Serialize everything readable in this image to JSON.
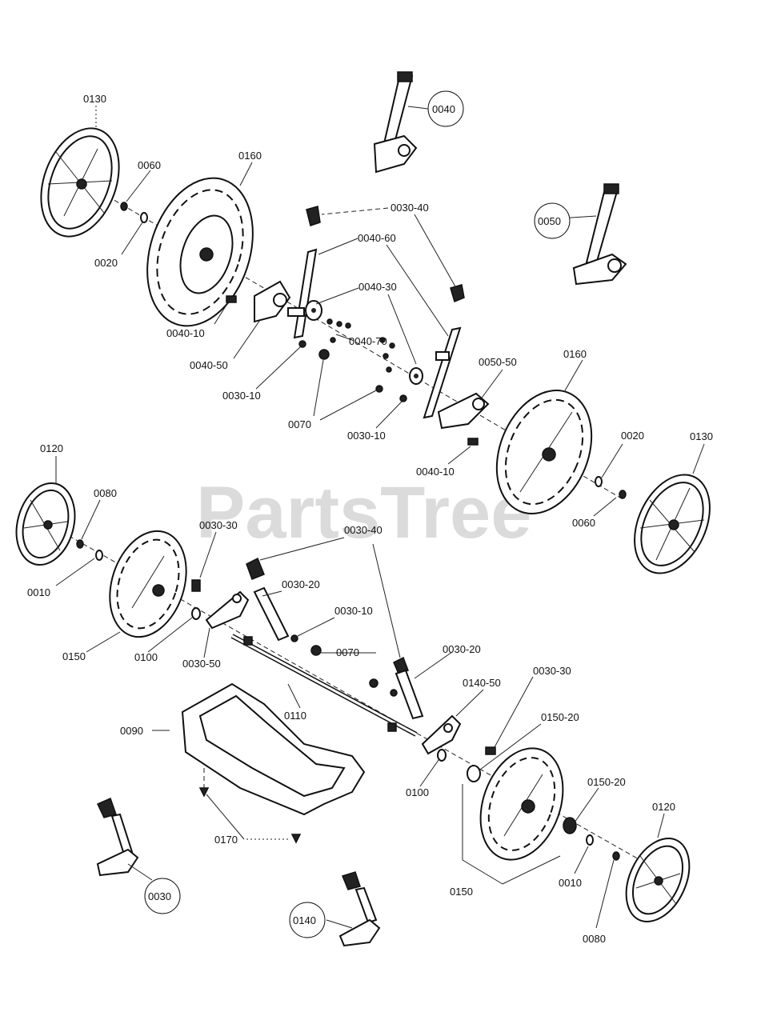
{
  "watermark": "PartsTree",
  "labels": {
    "l0130a": "0130",
    "l0060a": "0060",
    "l0020a": "0020",
    "l0160a": "0160",
    "l0040": "0040",
    "l0030_40a": "0030-40",
    "l0040_60": "0040-60",
    "l0050": "0050",
    "l0040_30": "0040-30",
    "l0040_70": "0040-70",
    "l0040_10a": "0040-10",
    "l0040_50": "0040-50",
    "l0030_10a": "0030-10",
    "l0070a": "0070",
    "l0050_50": "0050-50",
    "l0160b": "0160",
    "l0030_10b": "0030-10",
    "l0040_10b": "0040-10",
    "l0020b": "0020",
    "l0130b": "0130",
    "l0060b": "0060",
    "l0120a": "0120",
    "l0080a": "0080",
    "l0010a": "0010",
    "l0030_30a": "0030-30",
    "l0030_40b": "0030-40",
    "l0030_20a": "0030-20",
    "l0030_10c": "0030-10",
    "l0070b": "0070",
    "l0150a": "0150",
    "l0100a": "0100",
    "l0030_50": "0030-50",
    "l0110": "0110",
    "l0030_20b": "0030-20",
    "l0140_50": "0140-50",
    "l0030_30b": "0030-30",
    "l0090": "0090",
    "l0150_20a": "0150-20",
    "l0150_20b": "0150-20",
    "l0100b": "0100",
    "l0120b": "0120",
    "l0170": "0170",
    "l0150b": "0150",
    "l0010b": "0010",
    "l0080b": "0080",
    "l0030": "0030",
    "l0140": "0140"
  }
}
